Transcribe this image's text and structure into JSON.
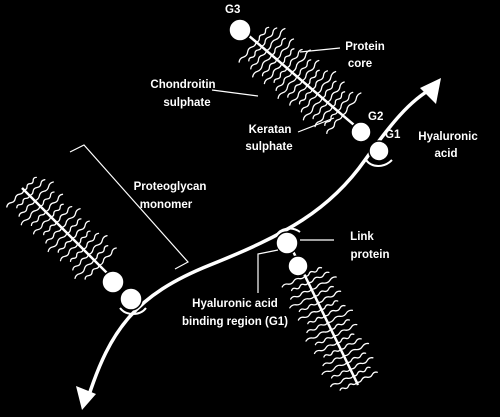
{
  "labels": {
    "g3": "G3",
    "g2": "G2",
    "g1": "G1",
    "protein_core_1": "Protein",
    "protein_core_2": "core",
    "chondroitin_1": "Chondroitin",
    "chondroitin_2": "sulphate",
    "keratan_1": "Keratan",
    "keratan_2": "sulphate",
    "hyaluronic_acid_1": "Hyaluronic",
    "hyaluronic_acid_2": "acid",
    "proteoglycan_1": "Proteoglycan",
    "proteoglycan_2": "monomer",
    "link_protein_1": "Link",
    "link_protein_2": "protein",
    "binding_region_1": "Hyaluronic acid",
    "binding_region_2": "binding region (G1)"
  },
  "colors": {
    "background": "#000000",
    "foreground": "#ffffff"
  }
}
